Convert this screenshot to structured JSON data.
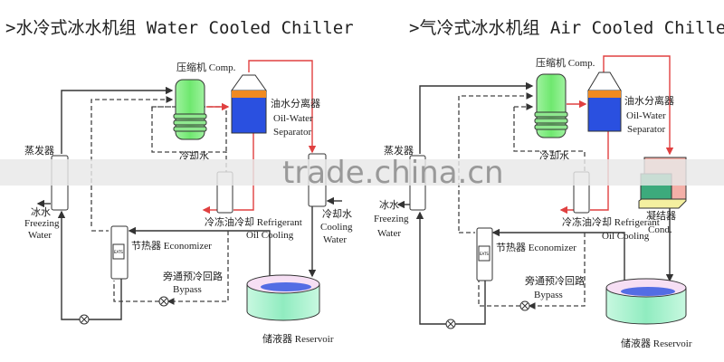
{
  "titles": {
    "water": ">水冷式冰水机组 Water Cooled Chiller",
    "air": ">气冷式冰水机组 Air Cooled Chiller"
  },
  "labels": {
    "compressor": "压缩机 Comp.",
    "separator_cn": "油水分离器",
    "separator_en1": "Oil-Water",
    "separator_en2": "Separator",
    "evaporator": "蒸发器",
    "freezing_cn": "冰水",
    "freezing_en1": "Freezing",
    "freezing_en2": "Water",
    "cooling_water_top": "冷却水",
    "oil_cooling_1": "冷冻油冷却 Refrigerant",
    "oil_cooling_2": "Oil Cooling",
    "cooling_cn": "冷却水",
    "cooling_en1": "Cooling",
    "cooling_en2": "Water",
    "economizer": "节热器 Economizer",
    "bypass_cn": "旁通预冷回路",
    "bypass_en": "Bypass",
    "reservoir": "储液器 Reservoir",
    "condenser_cn": "凝结器",
    "condenser_en": "Cond.",
    "hx_badge": "EATS"
  },
  "watermark": "trade.china.cn",
  "colors": {
    "pipe_hot": "#e04040",
    "compressor": "#7ee87e",
    "water": "#2a50e0",
    "oil": "#f08a20",
    "reservoir": "#a8f0cc"
  }
}
